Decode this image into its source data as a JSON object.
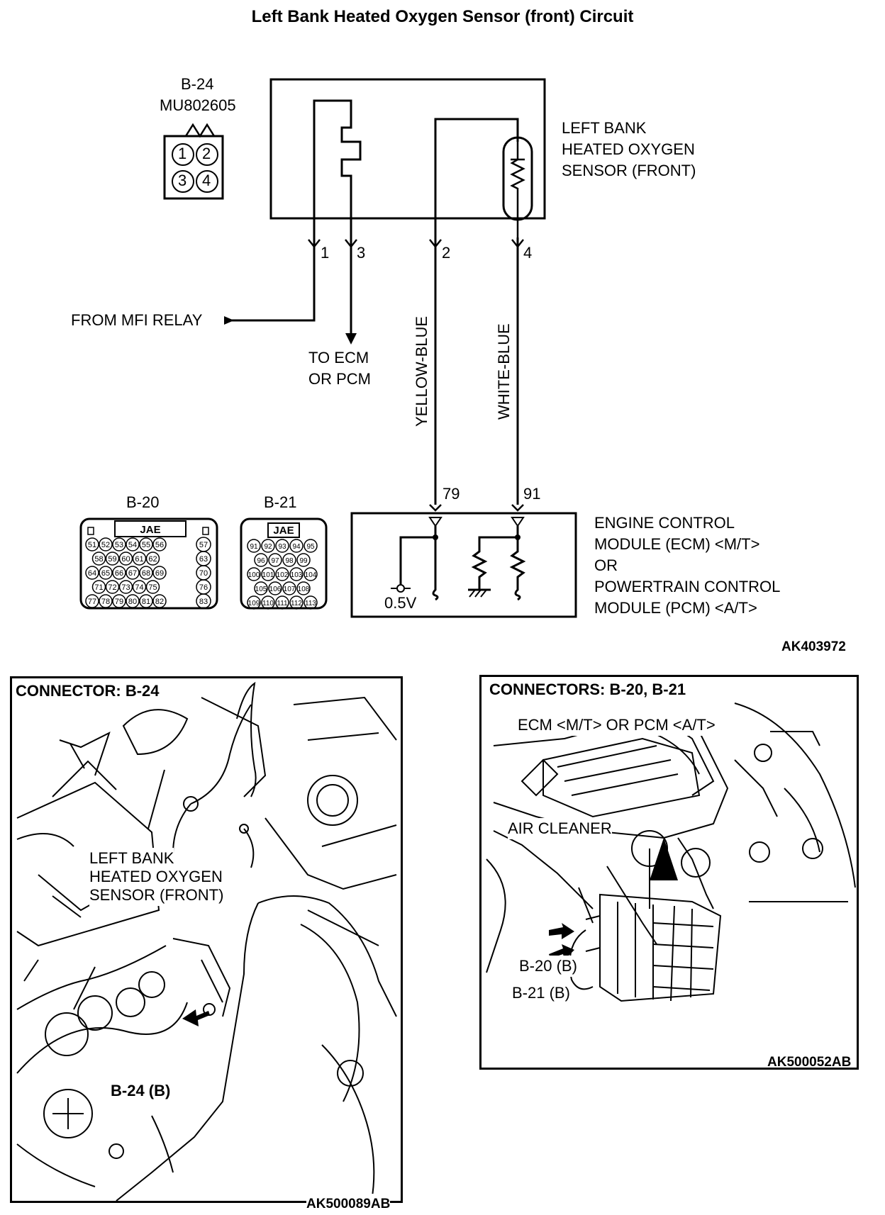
{
  "title": "Left Bank Heated Oxygen Sensor (front) Circuit",
  "sensor_connector": {
    "id": "B-24",
    "part_no": "MU802605",
    "pins": [
      "1",
      "2",
      "3",
      "4"
    ]
  },
  "sensor_label": [
    "LEFT BANK",
    "HEATED OXYGEN",
    "SENSOR (FRONT)"
  ],
  "sensor_pins": [
    "1",
    "3",
    "2",
    "4"
  ],
  "from_relay": "FROM MFI RELAY",
  "to_ecm": [
    "TO ECM",
    "OR PCM"
  ],
  "wire_colors": {
    "yellow_blue": "YELLOW-BLUE",
    "white_blue": "WHITE-BLUE"
  },
  "ecm_pins": [
    "79",
    "91"
  ],
  "voltage": "0.5V",
  "ecm_label": [
    "ENGINE CONTROL",
    "MODULE (ECM) <M/T>",
    "OR",
    "POWERTRAIN CONTROL",
    "MODULE (PCM) <A/T>"
  ],
  "b20": {
    "id": "B-20",
    "brand": "JAE",
    "rows": [
      [
        "51",
        "52",
        "53",
        "54",
        "55",
        "56"
      ],
      [
        "58",
        "59",
        "60",
        "61",
        "62"
      ],
      [
        "64",
        "65",
        "66",
        "67",
        "68",
        "69"
      ],
      [
        "71",
        "72",
        "73",
        "74",
        "75"
      ],
      [
        "77",
        "78",
        "79",
        "80",
        "81",
        "82"
      ]
    ],
    "side_pins": [
      "57",
      "63",
      "70",
      "76",
      "83"
    ]
  },
  "b21": {
    "id": "B-21",
    "brand": "JAE",
    "rows": [
      [
        "91",
        "92",
        "93",
        "94",
        "95"
      ],
      [
        "96",
        "97",
        "98",
        "99"
      ],
      [
        "100",
        "101",
        "102",
        "103",
        "104"
      ],
      [
        "105",
        "106",
        "107",
        "108"
      ],
      [
        "109",
        "110",
        "111",
        "112",
        "113"
      ]
    ]
  },
  "diagram_code": "AK403972",
  "panel_left": {
    "heading": "CONNECTOR: B-24",
    "callout": [
      "LEFT BANK",
      "HEATED OXYGEN",
      "SENSOR (FRONT)"
    ],
    "pointer": "B-24 (B)",
    "code": "AK500089AB"
  },
  "panel_right": {
    "heading": "CONNECTORS: B-20, B-21",
    "subheading": "ECM <M/T> OR PCM <A/T>",
    "air_cleaner": "AIR CLEANER",
    "pointers": [
      "B-20 (B)",
      "B-21 (B)"
    ],
    "code": "AK500052AB"
  }
}
